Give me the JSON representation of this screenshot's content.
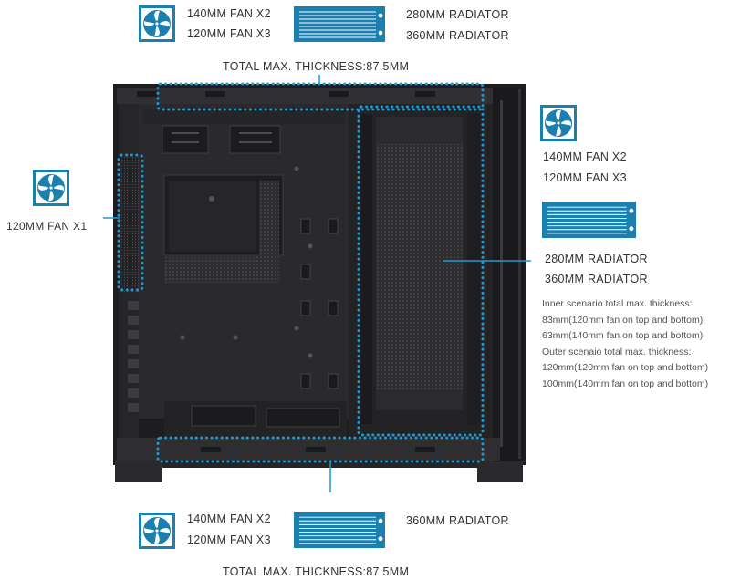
{
  "colors": {
    "accent": "#1b7fb0",
    "case": "#2a2a2c",
    "case_edge": "#3d3d40",
    "mesh": "#4a4a4e"
  },
  "top": {
    "fan_lines": [
      "140MM FAN X2",
      "120MM FAN X3"
    ],
    "rad_lines": [
      "280MM RADIATOR",
      "360MM RADIATOR"
    ],
    "thickness": "TOTAL MAX. THICKNESS:87.5MM"
  },
  "rear": {
    "fan_line": "120MM FAN X1"
  },
  "side": {
    "fan_lines": [
      "140MM FAN X2",
      "120MM FAN X3"
    ],
    "rad_lines": [
      "280MM RADIATOR",
      "360MM RADIATOR"
    ],
    "notes": [
      "Inner scenario total max. thickness:",
      "83mm(120mm fan on top and bottom)",
      "63mm(140mm fan on top and bottom)",
      "Outer scenaio total max. thickness:",
      "120mm(120mm fan on top and bottom)",
      "100mm(140mm fan on top and bottom)"
    ]
  },
  "bottom": {
    "fan_lines": [
      "140MM FAN X2",
      "120MM FAN X3"
    ],
    "rad_line": "360MM RADIATOR",
    "thickness": "TOTAL MAX. THICKNESS:87.5MM"
  },
  "icons": {
    "fan": "fan-icon",
    "radiator": "radiator-icon"
  }
}
